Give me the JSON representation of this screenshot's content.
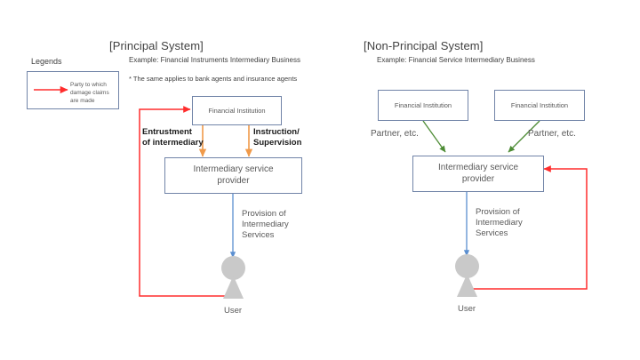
{
  "colors": {
    "box_border": "#7184a8",
    "text": "#595959",
    "arrow_red": "#ff2d2d",
    "arrow_orange": "#f09a4a",
    "arrow_blue": "#5b8fd0",
    "arrow_green": "#4e8c36",
    "person_gray": "#c9c9c9",
    "background": "#ffffff"
  },
  "legend": {
    "title": "Legends",
    "arrow_icon": "red-arrow-icon",
    "text_lines": [
      "Party to which",
      "damage claims",
      "are made"
    ]
  },
  "panels": [
    {
      "id": "principal",
      "title": "[Principal System]",
      "subtitle": "Example: Financial Instruments Intermediary Business",
      "note": "* The same applies to bank agents and insurance agents",
      "nodes": {
        "institution": "Financial Institution",
        "intermediary_line1": "Intermediary service",
        "intermediary_line2": "provider",
        "user": "User"
      },
      "edge_labels": {
        "entrustment_line1": "Entrustment",
        "entrustment_line2": "of intermediary",
        "instruction_line1": "Instruction/",
        "instruction_line2": "Supervision",
        "provision_line1": "Provision of",
        "provision_line2": "Intermediary",
        "provision_line3": "Services"
      }
    },
    {
      "id": "non-principal",
      "title": "[Non-Principal System]",
      "subtitle": "Example: Financial Service Intermediary Business",
      "nodes": {
        "institution_left": "Financial Institution",
        "institution_right": "Financial Institution",
        "intermediary_line1": "Intermediary service",
        "intermediary_line2": "provider",
        "user": "User"
      },
      "edge_labels": {
        "partner_left": "Partner, etc.",
        "partner_right": "Partner, etc.",
        "provision_line1": "Provision of",
        "provision_line2": "Intermediary",
        "provision_line3": "Services"
      }
    }
  ]
}
